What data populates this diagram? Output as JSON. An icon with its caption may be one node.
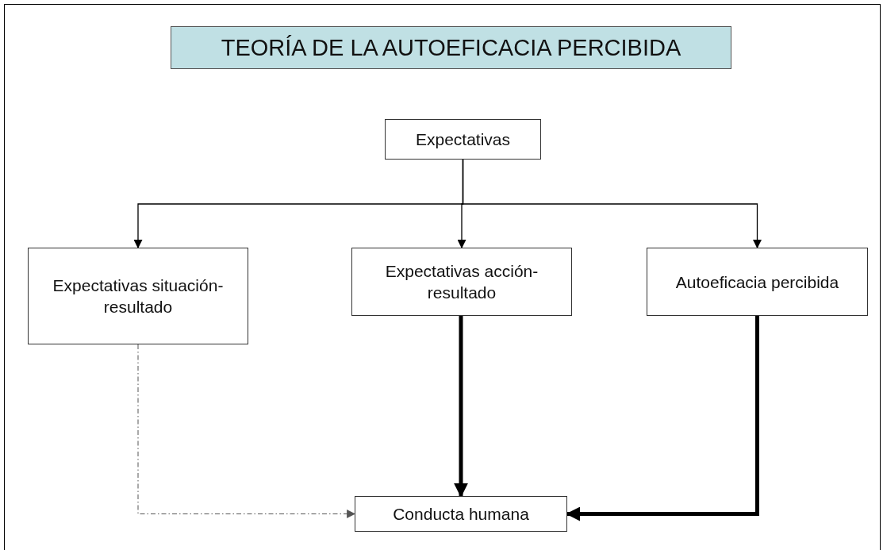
{
  "diagram": {
    "title": "TEORÍA DE LA AUTOEFICACIA PERCIBIDA",
    "nodes": [
      {
        "text": [
          "Expectativas"
        ]
      },
      {
        "text": [
          "Expectativas situación-resultado"
        ]
      },
      {
        "text": [
          "Expectativas acción-resultado"
        ]
      },
      {
        "text": [
          "Autoeficacia percibida"
        ]
      },
      {
        "text": [
          "Conducta humana"
        ]
      }
    ],
    "edges": [
      {
        "from": 0,
        "to": 1,
        "arrow": "to"
      },
      {
        "from": 0,
        "to": 2,
        "arrow": "to"
      },
      {
        "from": 0,
        "to": 3,
        "arrow": "to"
      },
      {
        "from": 1,
        "to": 4,
        "arrow": "to",
        "style": "dashed"
      },
      {
        "from": 2,
        "to": 4,
        "arrow": "to",
        "style": "thick"
      },
      {
        "from": 3,
        "to": 4,
        "arrow": "to",
        "style": "thick"
      }
    ]
  }
}
